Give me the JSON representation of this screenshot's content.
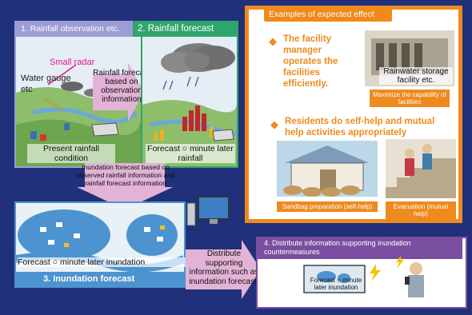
{
  "panel1": {
    "header": "1. Rainfall observation etc.",
    "small_radar": "Small radar",
    "water_gauge": "Water gauge",
    "etc": "etc",
    "caption": "Present rainfall condition"
  },
  "arrow1": {
    "text": "Rainfall forecast based on observation information"
  },
  "panel2": {
    "header": "2. Rainfall forecast",
    "caption": "Forecast ○ minute later rainfall"
  },
  "arrow2": {
    "text": "Inundation forecast based on observed rainfall information and rainfall forecast information"
  },
  "panel3": {
    "title": "3. Inundation forecast",
    "caption": "Forecast ○ minute later inundation"
  },
  "arrow3": {
    "text": "Distribute supporting information such as inundation forecast."
  },
  "panel4": {
    "header": "4.  Distribute information supporting inundation countermeasures",
    "screen_text": "Forecast ○ minute later inundation"
  },
  "effects": {
    "title": "Examples of expected effect",
    "item1": "The facility manager operates the facilities efficiently.",
    "storage_label": "Rainwater storage facility etc.",
    "maximize": "Maximize the capability of facilities",
    "item2": "Residents do self-help and mutual help activities appropriately",
    "sandbag": "Sandbag preparation (self-help)",
    "evacuation": "Evacuation (mutual help)"
  },
  "colors": {
    "background": "#20307a",
    "panel1_header": "#9c9dd4",
    "panel2_header": "#2fa56c",
    "panel3_title": "#4d93cf",
    "effects_border": "#f08a1c",
    "panel4_header": "#7a4ea0",
    "arrow_fill": "#e2b3d6"
  }
}
